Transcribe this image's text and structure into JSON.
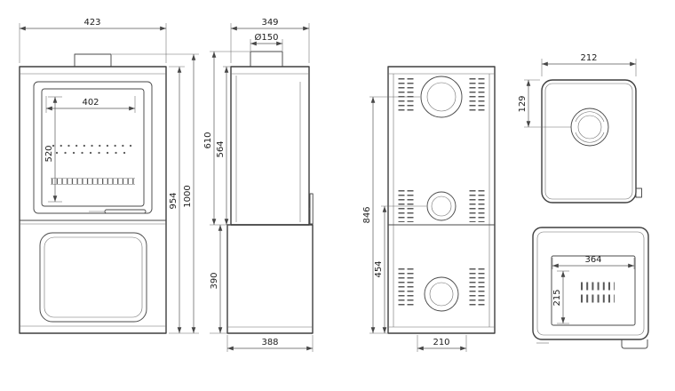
{
  "views": {
    "front": {
      "overall_width": "423",
      "glass_width": "402",
      "glass_height": "520",
      "body_height": "954",
      "total_height": "1000"
    },
    "side": {
      "depth": "349",
      "flue_diameter": "Ø150",
      "height_to_flue_top": "610",
      "upper_section_height": "564",
      "base_height": "390",
      "base_depth": "388"
    },
    "rear": {
      "flue_centre_height": "846",
      "rear_outlet_centre_height": "454",
      "bottom_offset": "210"
    },
    "top": {
      "depth_to_flue": "212",
      "flue_centre_offset": "129"
    },
    "firebox": {
      "opening_width": "364",
      "opening_height": "215"
    }
  }
}
